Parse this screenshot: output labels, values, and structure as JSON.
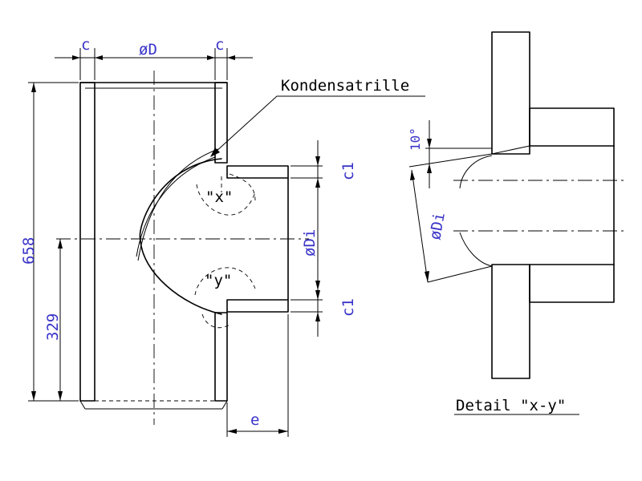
{
  "labels": {
    "c_left": "c",
    "c_right": "c",
    "diameter_D": "øD",
    "kondensatrille": "Kondensatrille",
    "height_total": "658",
    "height_half": "329",
    "c1_top": "c1",
    "c1_bottom": "c1",
    "diameter_Di": "øDi",
    "marker_x": "\"x\"",
    "marker_y": "\"y\"",
    "dim_e": "e",
    "angle": "10°",
    "detail_diameter_Di": "øDi",
    "detail_title": "Detail \"x-y\""
  },
  "colors": {
    "lines": "#000000",
    "dimension_text": "#3a34c8",
    "background": "#ffffff"
  }
}
